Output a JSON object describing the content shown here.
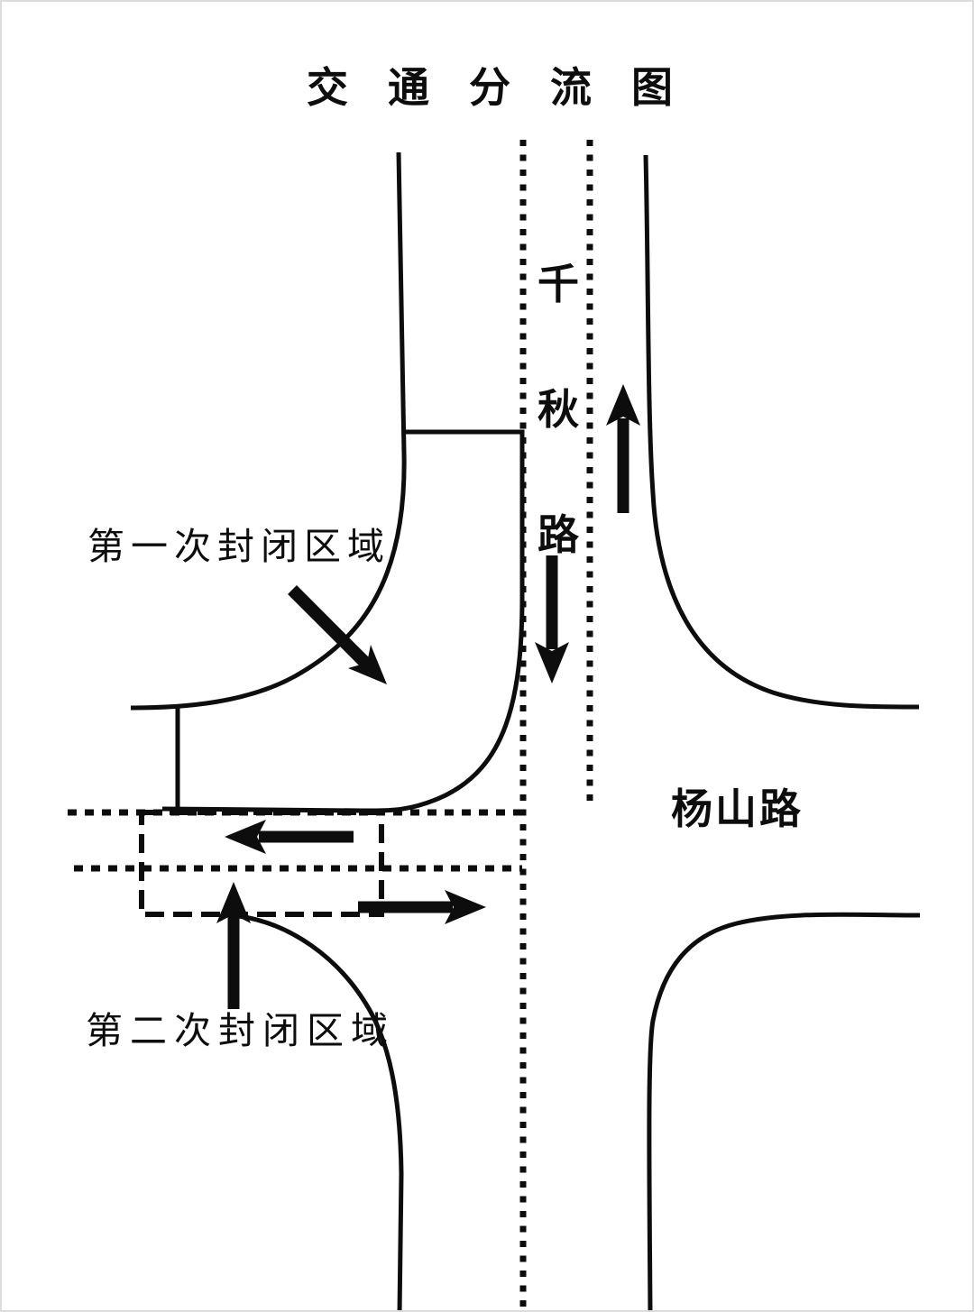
{
  "title": "交通分流图",
  "roads": {
    "vertical_road": {
      "name": "千秋路",
      "name_chars": [
        "千",
        "秋",
        "路"
      ]
    },
    "horizontal_road": {
      "name": "杨山路"
    }
  },
  "annotations": {
    "closure_label_1": "第一次封闭区域",
    "closure_label_2": "第二次封闭区域"
  },
  "arrows": [
    {
      "id": "northbound-traffic-arrow",
      "direction": "up"
    },
    {
      "id": "southbound-traffic-arrow",
      "direction": "down"
    },
    {
      "id": "westbound-traffic-arrow",
      "direction": "left"
    },
    {
      "id": "eastbound-traffic-arrow",
      "direction": "right"
    },
    {
      "id": "south-approach-traffic-arrow",
      "direction": "up"
    },
    {
      "id": "closure-1-pointer-arrow",
      "direction": "down-right"
    }
  ],
  "colors": {
    "line": "#0d0d0d",
    "background": "#ffffff",
    "frame": "#dcdcdc"
  }
}
